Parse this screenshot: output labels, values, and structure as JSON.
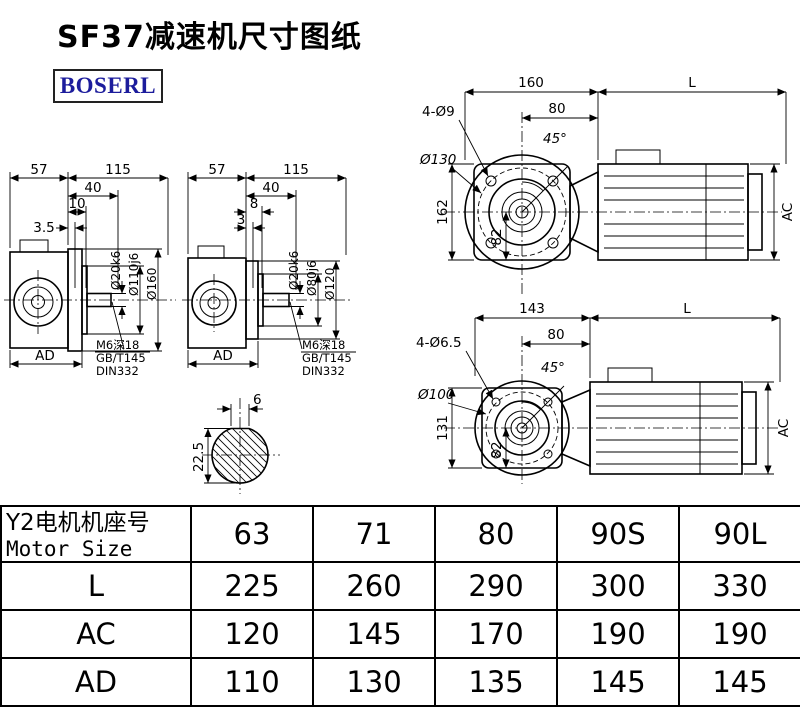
{
  "title": "SF37减速机尺寸图纸",
  "brand": "BOSERL",
  "colors": {
    "brand_text": "#1c1c9c",
    "line": "#000000"
  },
  "views": {
    "side_large": {
      "d1": "57",
      "d2": "115",
      "d3": "40",
      "d4": "10",
      "d5": "3.5",
      "shaft": "Ø20k6",
      "spigot": "Ø110j6",
      "flange": "Ø160",
      "ad": "AD",
      "note1": "M6深18",
      "note2": "GB/T145",
      "note3": "DIN332"
    },
    "side_small": {
      "d1": "57",
      "d2": "115",
      "d3": "40",
      "d4": "8",
      "d5": "3",
      "shaft": "Ø20k6",
      "spigot": "Ø80j6",
      "flange": "Ø120",
      "ad": "AD",
      "note1": "M6深18",
      "note2": "GB/T145",
      "note3": "DIN332"
    },
    "front_large": {
      "width": "160",
      "length": "L",
      "holes": "4-Ø9",
      "half": "80",
      "angle": "45°",
      "bolt_circle": "Ø130",
      "height": "162",
      "below": "82",
      "ac": "AC"
    },
    "front_small": {
      "width": "143",
      "length": "L",
      "holes": "4-Ø6.5",
      "half": "80",
      "angle": "45°",
      "bolt_circle": "Ø100",
      "height": "131",
      "below": "82",
      "ac": "AC"
    },
    "key_section": {
      "width": "6",
      "height": "22.5"
    }
  },
  "table": {
    "header_cn": "Y2电机机座号",
    "header_en": "Motor Size",
    "sizes": [
      "63",
      "71",
      "80",
      "90S",
      "90L"
    ],
    "rows": [
      {
        "label": "L",
        "values": [
          "225",
          "260",
          "290",
          "300",
          "330"
        ]
      },
      {
        "label": "AC",
        "values": [
          "120",
          "145",
          "170",
          "190",
          "190"
        ]
      },
      {
        "label": "AD",
        "values": [
          "110",
          "130",
          "135",
          "145",
          "145"
        ]
      }
    ]
  }
}
